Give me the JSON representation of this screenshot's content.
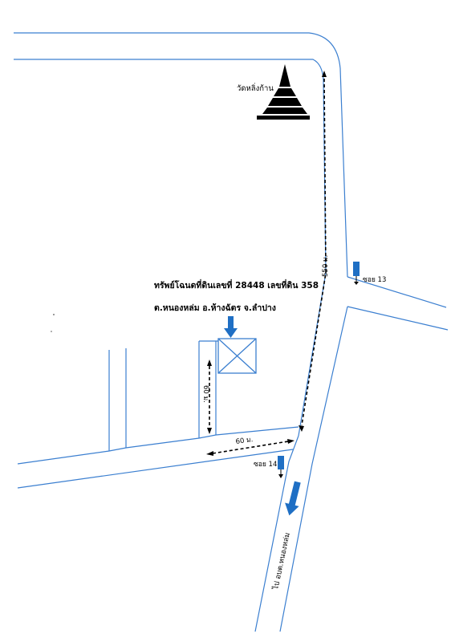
{
  "temple_label": "วัดหลิ่งก้าน",
  "property": {
    "line1": "ทรัพย์โฉนดที่ดินเลขที่  28448  เลขที่ดิน  358",
    "line2": "ต.หนองหล่ม  อ.ห้างฉัตร  จ.ลำปาง"
  },
  "distances": {
    "main_road": "550  ม.",
    "side_vertical": "60  ม.",
    "side_horizontal": "60  ม."
  },
  "soi_labels": {
    "soi13": "ซอย 13",
    "soi14": "ซอย 14"
  },
  "direction_label": "ไป อบต.หนองหล่ม",
  "colors": {
    "road": "#3b7fd0",
    "marker": "#1f6fc4",
    "ink": "#000000"
  },
  "icons": {
    "temple": "temple-pagoda-icon",
    "marker": "down-arrow-marker-icon",
    "plot": "crossed-box-plot-icon"
  }
}
